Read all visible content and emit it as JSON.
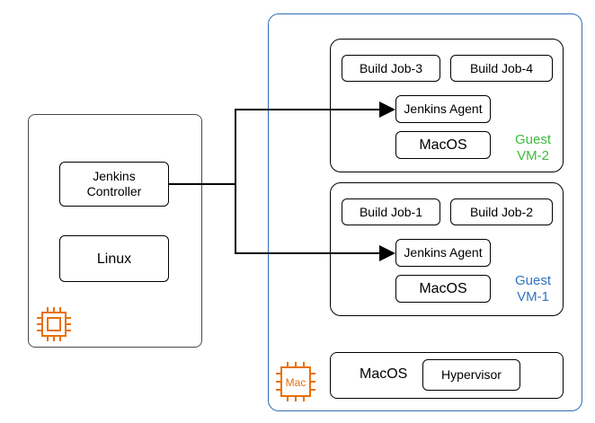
{
  "linux_host": {
    "controller_label": "Jenkins\nController",
    "os_label": "Linux",
    "chip_icon": "ec2-chip-icon",
    "chip_color": "#e8710a"
  },
  "mac_host": {
    "chip_icon": "mac-chip-icon",
    "chip_text": "Mac",
    "chip_color": "#e8710a",
    "border_color": "#2f6db5",
    "os_label": "MacOS",
    "hypervisor_label": "Hypervisor"
  },
  "vm2": {
    "jobs": [
      "Build Job-3",
      "Build Job-4"
    ],
    "agent_label": "Jenkins Agent",
    "os_label": "MacOS",
    "guest_label": "Guest\nVM-2",
    "guest_color": "#3dbb3d"
  },
  "vm1": {
    "jobs": [
      "Build Job-1",
      "Build Job-2"
    ],
    "agent_label": "Jenkins Agent",
    "os_label": "MacOS",
    "guest_label": "Guest\nVM-1",
    "guest_color": "#2f73c2"
  }
}
